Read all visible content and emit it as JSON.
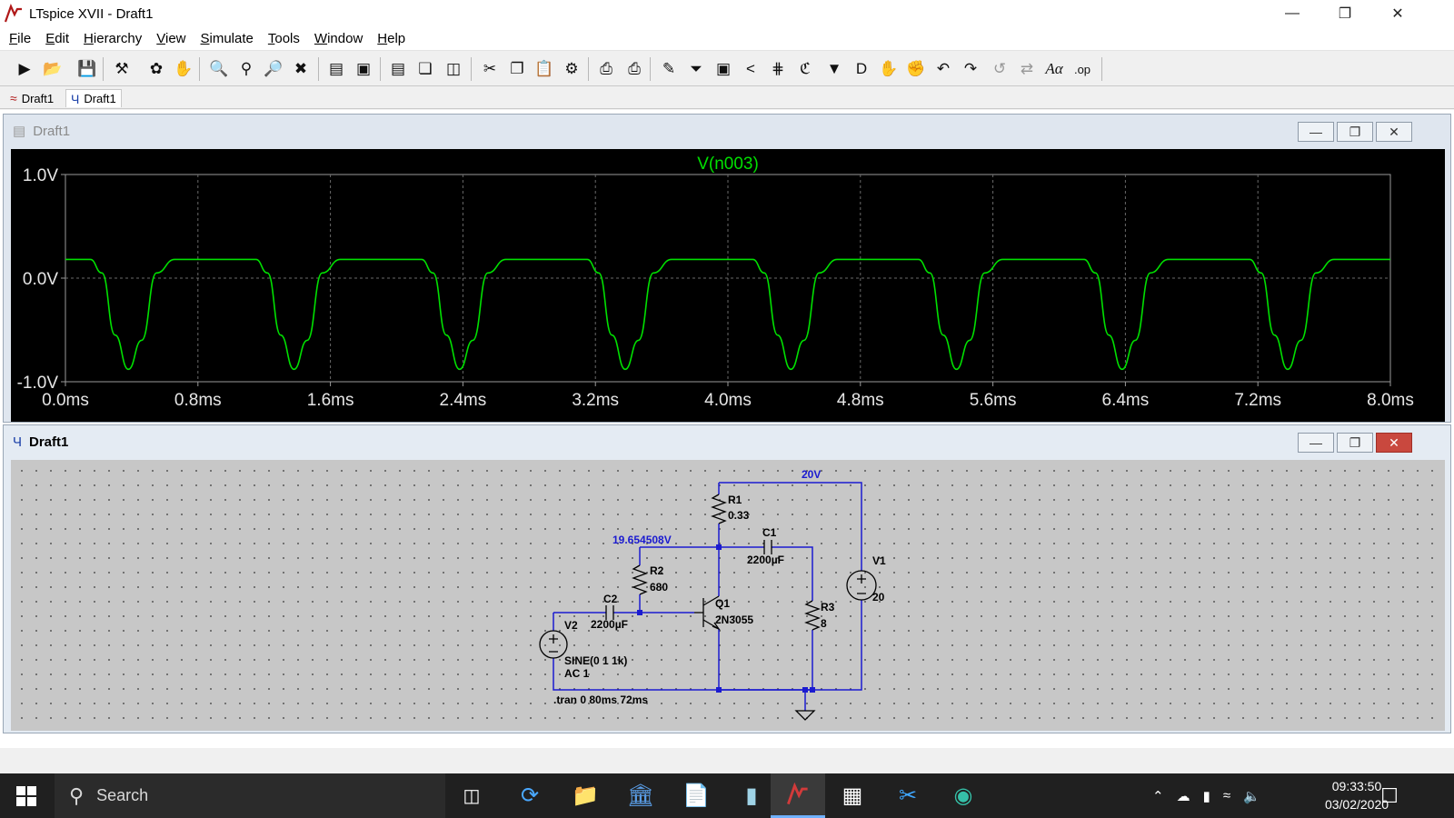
{
  "window": {
    "title": "LTspice XVII - Draft1"
  },
  "menu": [
    {
      "key": "F",
      "rest": "ile"
    },
    {
      "key": "E",
      "rest": "dit"
    },
    {
      "key": "H",
      "rest": "ierarchy"
    },
    {
      "key": "V",
      "rest": "iew"
    },
    {
      "key": "S",
      "rest": "imulate"
    },
    {
      "key": "T",
      "rest": "ools"
    },
    {
      "key": "W",
      "rest": "indow"
    },
    {
      "key": "H",
      "rest": "elp"
    }
  ],
  "toolbar_icons": [
    "new-schematic-icon",
    "open-icon",
    "save-icon",
    "control-panel-icon",
    "run-icon",
    "halt-icon",
    "zoom-in-icon",
    "zoom-fit-icon",
    "zoom-out-icon",
    "zoom-cancel-icon",
    "autorange-icon",
    "marker-icon",
    "tile-horizontal-icon",
    "cascade-icon",
    "tile-vertical-icon",
    "cut-icon",
    "copy-icon",
    "paste-icon",
    "find-icon",
    "print-icon",
    "print-preview-icon",
    "draw-wire-icon",
    "ground-icon",
    "label-net-icon",
    "resistor-icon",
    "capacitor-icon",
    "inductor-icon",
    "diode-icon",
    "component-icon",
    "move-icon",
    "drag-icon",
    "undo-icon",
    "redo-icon",
    "rotate-icon",
    "mirror-icon",
    "text-icon",
    "spice-directive-icon"
  ],
  "tabs": [
    {
      "label": "Draft1",
      "icon": "waveform-icon"
    },
    {
      "label": "Draft1",
      "icon": "schematic-icon"
    }
  ],
  "waveform_window": {
    "title": "Draft1",
    "trace_name": "V(n003)",
    "trace_color": "#00e000"
  },
  "schematic_window": {
    "title": "Draft1",
    "labels": {
      "top_net": "20V",
      "node_voltage": "19.654508V",
      "r1_name": "R1",
      "r1_value": "0.33",
      "r2_name": "R2",
      "r2_value": "680",
      "r3_name": "R3",
      "r3_value": "8",
      "c1_name": "C1",
      "c1_value": "2200µF",
      "c2_name": "C2",
      "c2_value": "2200µF",
      "q1_name": "Q1",
      "q1_value": "2N3055",
      "v1_name": "V1",
      "v1_value": "20",
      "v2_name": "V2",
      "v2_value_1": "SINE(0 1 1k)",
      "v2_value_2": "AC 1",
      "directive": ".tran 0 80ms 72ms"
    }
  },
  "chart_data": {
    "type": "line",
    "title": "V(n003)",
    "xlabel": "",
    "ylabel": "",
    "x_ticks": [
      "0.0ms",
      "0.8ms",
      "1.6ms",
      "2.4ms",
      "3.2ms",
      "4.0ms",
      "4.8ms",
      "5.6ms",
      "6.4ms",
      "7.2ms",
      "8.0ms"
    ],
    "y_ticks": [
      "1.0V",
      "0.0V",
      "-1.0V"
    ],
    "xlim": [
      0,
      8
    ],
    "ylim": [
      -1,
      1
    ],
    "grid": true,
    "series": [
      {
        "name": "V(n003)",
        "x": [
          0.0,
          0.15,
          0.22,
          0.3,
          0.38,
          0.46,
          0.55,
          0.66,
          1.0,
          1.15,
          1.22,
          1.3,
          1.38,
          1.46,
          1.55,
          1.66,
          2.0,
          2.15,
          2.22,
          2.3,
          2.38,
          2.46,
          2.55,
          2.66,
          3.0,
          3.15,
          3.22,
          3.3,
          3.38,
          3.46,
          3.55,
          3.66,
          4.0,
          4.15,
          4.22,
          4.3,
          4.38,
          4.46,
          4.55,
          4.66,
          5.0,
          5.15,
          5.22,
          5.3,
          5.38,
          5.46,
          5.55,
          5.66,
          6.0,
          6.15,
          6.22,
          6.3,
          6.38,
          6.46,
          6.55,
          6.66,
          7.0,
          7.15,
          7.22,
          7.3,
          7.38,
          7.46,
          7.55,
          7.66,
          8.0
        ],
        "y": [
          0.18,
          0.18,
          0.05,
          -0.55,
          -0.88,
          -0.6,
          0.05,
          0.18,
          0.18,
          0.18,
          0.05,
          -0.55,
          -0.88,
          -0.6,
          0.05,
          0.18,
          0.18,
          0.18,
          0.05,
          -0.55,
          -0.88,
          -0.6,
          0.05,
          0.18,
          0.18,
          0.18,
          0.05,
          -0.55,
          -0.88,
          -0.6,
          0.05,
          0.18,
          0.18,
          0.18,
          0.05,
          -0.55,
          -0.88,
          -0.6,
          0.05,
          0.18,
          0.18,
          0.18,
          0.05,
          -0.55,
          -0.88,
          -0.6,
          0.05,
          0.18,
          0.18,
          0.18,
          0.05,
          -0.55,
          -0.88,
          -0.6,
          0.05,
          0.18,
          0.18,
          0.18,
          0.05,
          -0.55,
          -0.88,
          -0.6,
          0.05,
          0.18,
          0.18
        ]
      }
    ]
  },
  "taskbar": {
    "search_placeholder": "Search",
    "time": "09:33:50",
    "date": "03/02/2020"
  }
}
